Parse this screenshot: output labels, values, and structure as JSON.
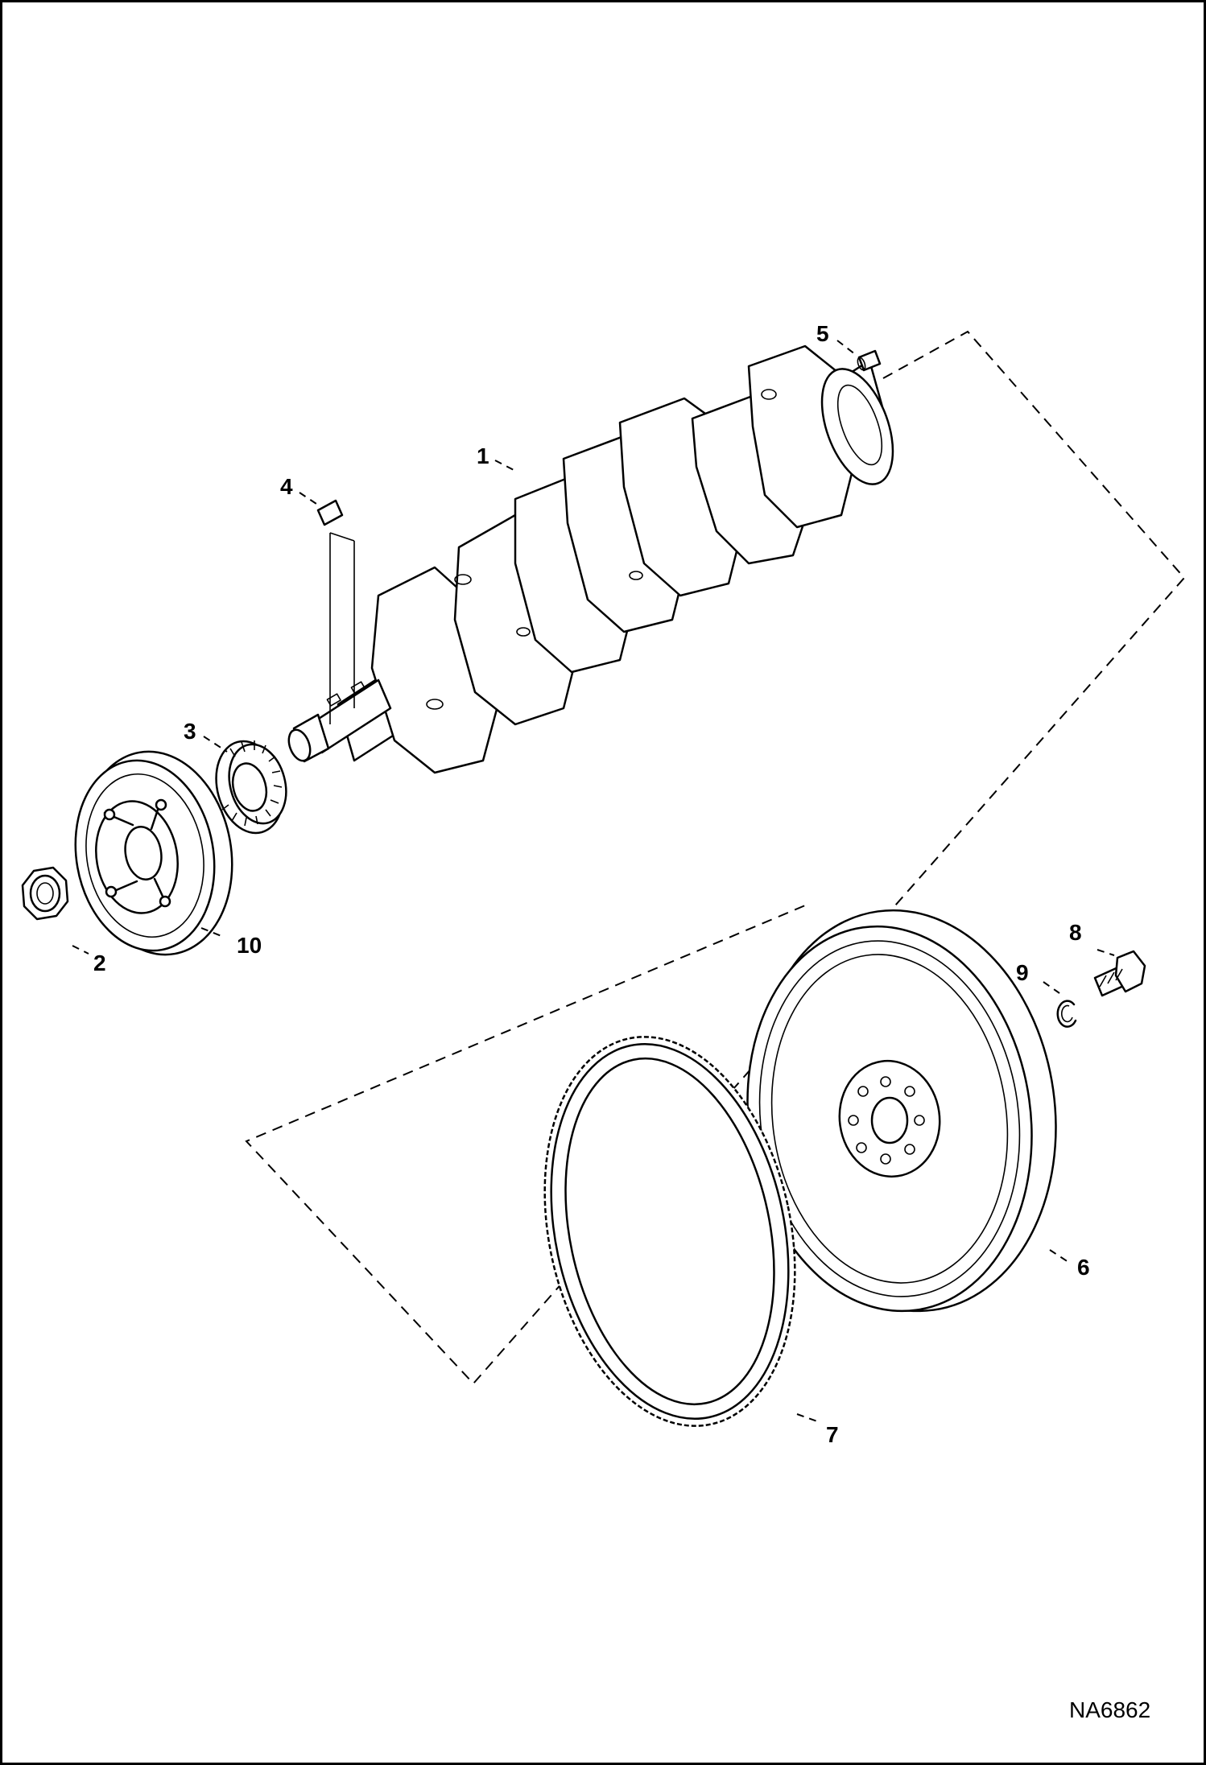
{
  "diagram": {
    "figure_id": "NA6862",
    "callouts": {
      "c1": "1",
      "c2": "2",
      "c3": "3",
      "c4": "4",
      "c5": "5",
      "c6": "6",
      "c7": "7",
      "c8": "8",
      "c9": "9",
      "c10": "10"
    }
  }
}
